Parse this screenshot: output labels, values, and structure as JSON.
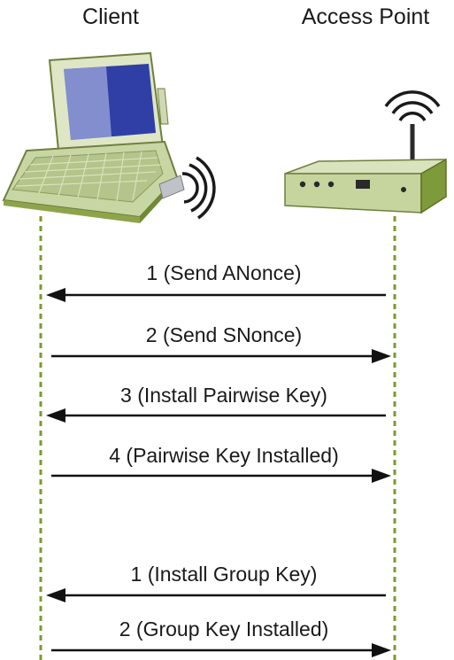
{
  "participants": {
    "client": "Client",
    "access_point": "Access Point"
  },
  "messages": [
    {
      "label": "1 (Send ANonce)",
      "direction": "ap-to-client"
    },
    {
      "label": "2 (Send SNonce)",
      "direction": "client-to-ap"
    },
    {
      "label": "3 (Install Pairwise Key)",
      "direction": "ap-to-client"
    },
    {
      "label": "4 (Pairwise Key Installed)",
      "direction": "client-to-ap"
    },
    {
      "label": "1 (Install Group Key)",
      "direction": "ap-to-client"
    },
    {
      "label": "2 (Group Key Installed)",
      "direction": "client-to-ap"
    }
  ],
  "colors": {
    "lifeline": "#7c9a2c",
    "arrow": "#111111",
    "device_green": "#c9d7a6",
    "device_dark_green": "#7f9a3a",
    "screen_blue": "#3a4fb0"
  }
}
